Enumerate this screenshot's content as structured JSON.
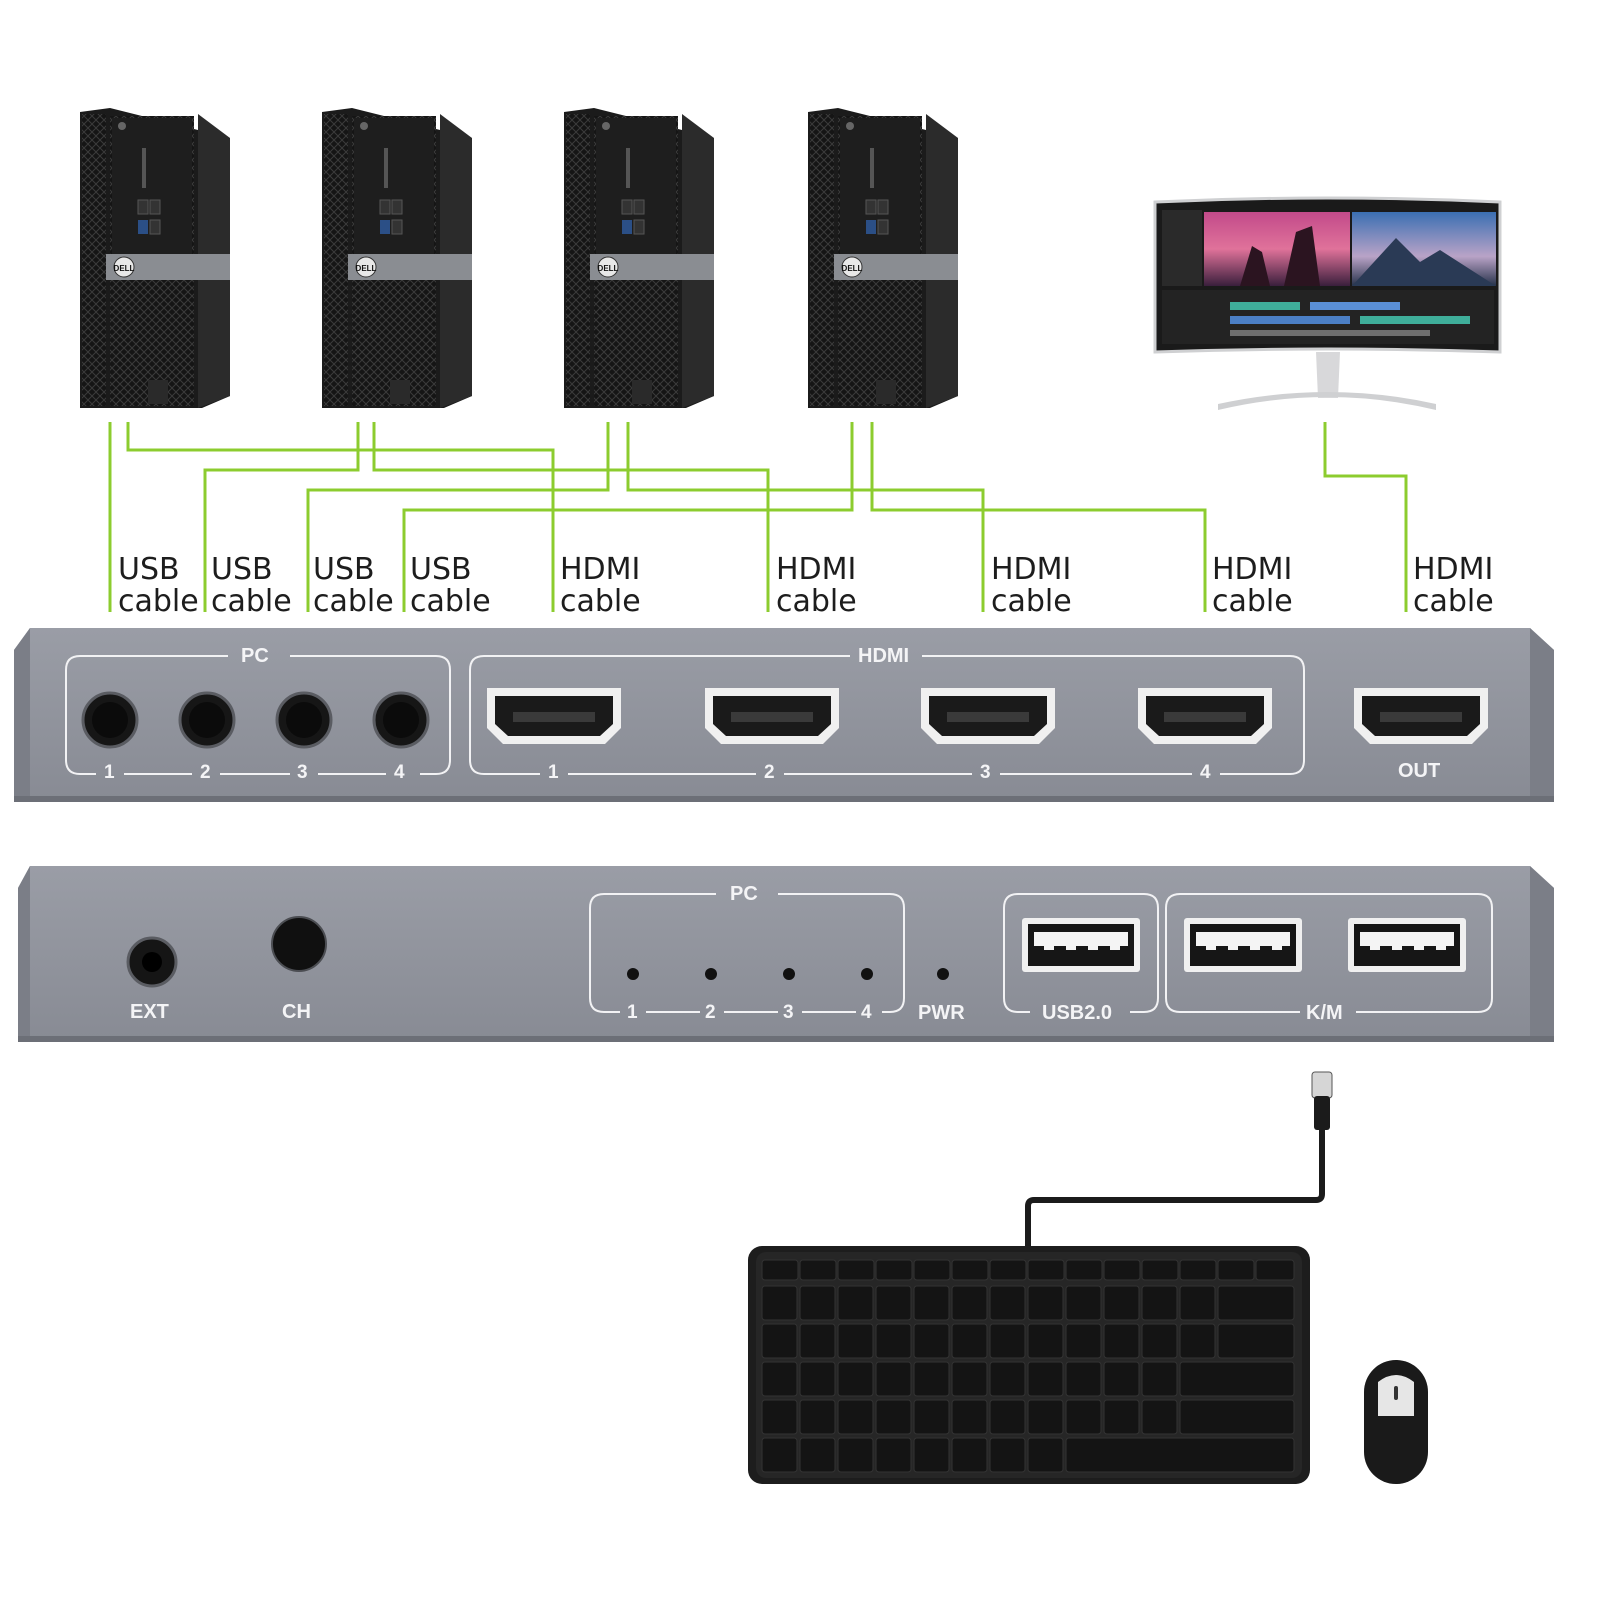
{
  "cable_labels": [
    {
      "id": "usb1",
      "line1": "USB",
      "line2": "cable"
    },
    {
      "id": "usb2",
      "line1": "USB",
      "line2": "cable"
    },
    {
      "id": "usb3",
      "line1": "USB",
      "line2": "cable"
    },
    {
      "id": "usb4",
      "line1": "USB",
      "line2": "cable"
    },
    {
      "id": "hdmi1",
      "line1": "HDMI",
      "line2": "cable"
    },
    {
      "id": "hdmi2",
      "line1": "HDMI",
      "line2": "cable"
    },
    {
      "id": "hdmi3",
      "line1": "HDMI",
      "line2": "cable"
    },
    {
      "id": "hdmi4",
      "line1": "HDMI",
      "line2": "cable"
    },
    {
      "id": "hdmi_out",
      "line1": "HDMI",
      "line2": "cable"
    }
  ],
  "front_panel": {
    "pc_group_title": "PC",
    "hdmi_group_title": "HDMI",
    "pc_ports": [
      "1",
      "2",
      "3",
      "4"
    ],
    "hdmi_ports": [
      "1",
      "2",
      "3",
      "4"
    ],
    "out_label": "OUT"
  },
  "back_panel": {
    "ext_label": "EXT",
    "ch_label": "CH",
    "pc_group_title": "PC",
    "led_labels": [
      "1",
      "2",
      "3",
      "4"
    ],
    "pwr_label": "PWR",
    "usb_label": "USB2.0",
    "km_label": "K/M"
  },
  "computer_brand": "DELL",
  "colors": {
    "cable": "#8ccc2f",
    "panel": "#8c8f98",
    "panel_edge": "#6c6f77",
    "case": "#1a1a1a"
  }
}
